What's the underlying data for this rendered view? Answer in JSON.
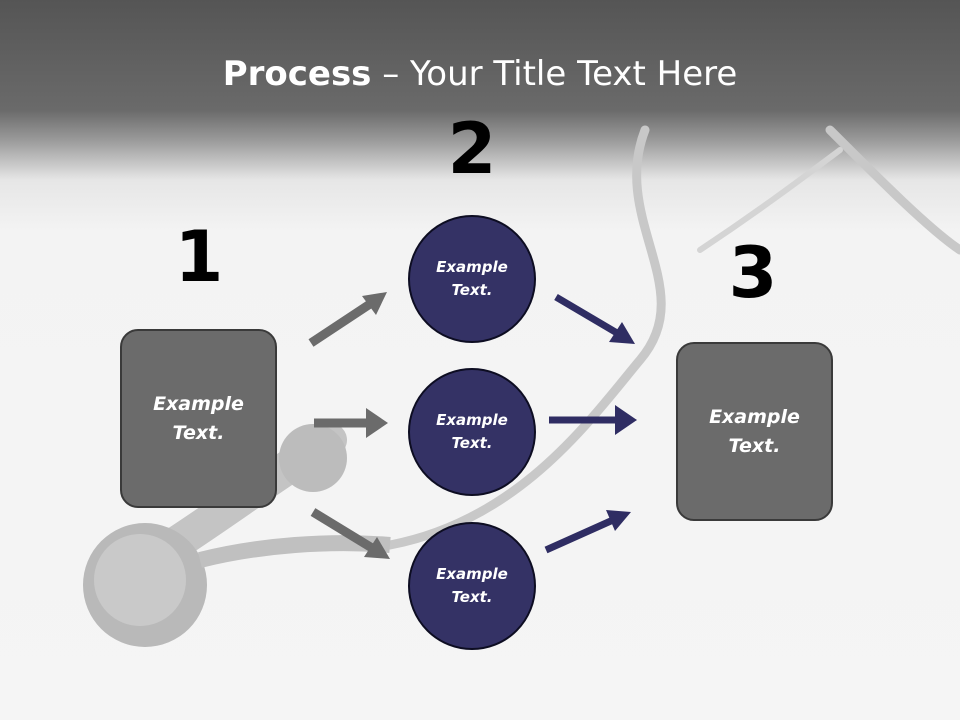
{
  "title": {
    "bold": "Process",
    "rest": " – Your Title Text Here"
  },
  "steps": [
    {
      "number": "1",
      "label": "Example\nText."
    },
    {
      "number": "2",
      "labels": [
        "Example\nText.",
        "Example\nText.",
        "Example\nText."
      ]
    },
    {
      "number": "3",
      "label": "Example\nText."
    }
  ],
  "colors": {
    "box": "#6b6b6b",
    "circle": "#343265",
    "gray_arrow": "#6b6b6b",
    "navy_arrow": "#2f2d63"
  }
}
